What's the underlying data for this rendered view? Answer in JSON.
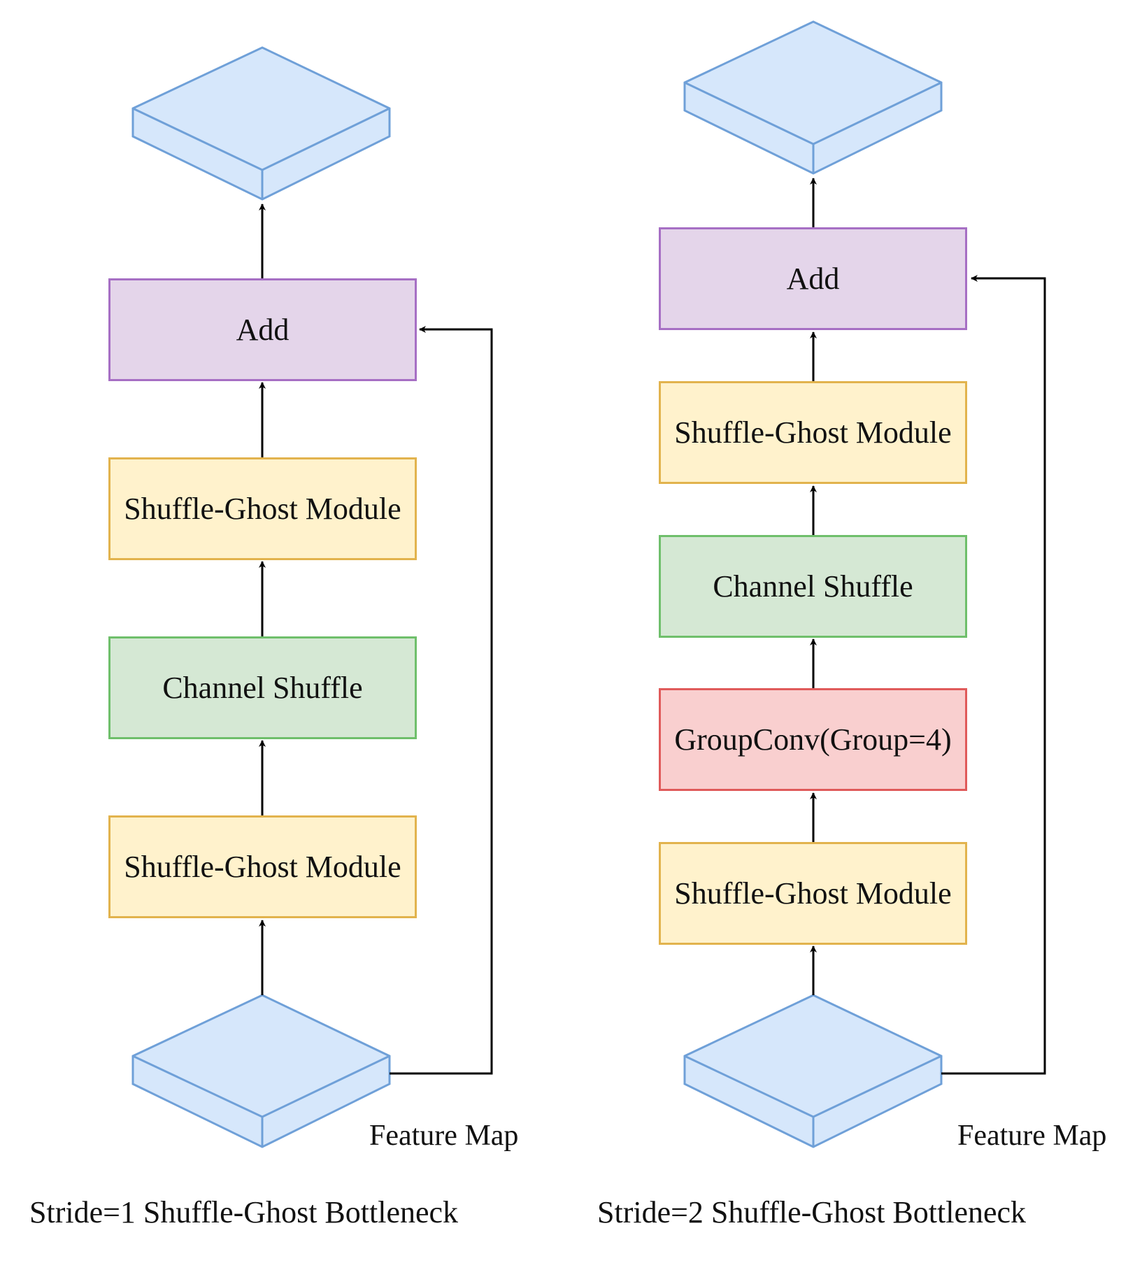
{
  "left": {
    "add": "Add",
    "ghost_top": "Shuffle-Ghost Module",
    "channel_shuffle": "Channel Shuffle",
    "ghost_bottom": "Shuffle-Ghost Module",
    "feature_map": "Feature Map",
    "caption": "Stride=1 Shuffle-Ghost Bottleneck"
  },
  "right": {
    "add": "Add",
    "ghost_top": "Shuffle-Ghost Module",
    "channel_shuffle": "Channel Shuffle",
    "group_conv": "GroupConv(Group=4)",
    "ghost_bottom": "Shuffle-Ghost Module",
    "feature_map": "Feature Map",
    "caption": "Stride=2 Shuffle-Ghost Bottleneck"
  },
  "colors": {
    "tensor_fill": "#d6e7fb",
    "tensor_stroke": "#6fa0d8",
    "add_fill": "#e4d5ea",
    "ghost_fill": "#fff2cc",
    "shuffle_fill": "#d5e8d4",
    "groupconv_fill": "#f9cfcf",
    "arrow": "#000000"
  }
}
